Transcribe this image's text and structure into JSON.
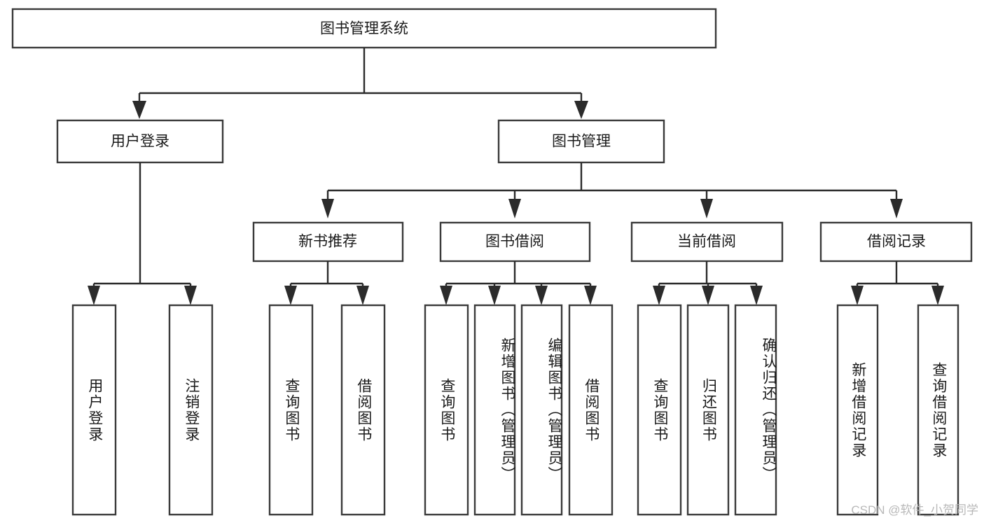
{
  "diagram": {
    "title": "图书管理系统",
    "type": "tree-hierarchy-diagram",
    "watermark": "CSDN @软件_小贺同学",
    "colors": {
      "box_stroke": "#3a3a3a",
      "connector": "#2b2b2b",
      "background": "#ffffff",
      "text": "#1a1a1a",
      "watermark": "#b8b8b8"
    },
    "root": {
      "label": "图书管理系统"
    },
    "level2": [
      {
        "label": "用户登录"
      },
      {
        "label": "图书管理"
      }
    ],
    "level3": [
      {
        "label": "新书推荐"
      },
      {
        "label": "图书借阅"
      },
      {
        "label": "当前借阅"
      },
      {
        "label": "借阅记录"
      }
    ],
    "leaves": {
      "user_login": [
        {
          "label": "用户登录"
        },
        {
          "label": "注销登录"
        }
      ],
      "new_book_recommend": [
        {
          "label": "查询图书"
        },
        {
          "label": "借阅图书"
        }
      ],
      "book_borrow": [
        {
          "label": "查询图书"
        },
        {
          "label": "新增图书（管理员）"
        },
        {
          "label": "编辑图书（管理员）"
        },
        {
          "label": "借阅图书"
        }
      ],
      "current_borrow": [
        {
          "label": "查询图书"
        },
        {
          "label": "归还图书"
        },
        {
          "label": "确认归还（管理员）"
        }
      ],
      "borrow_record": [
        {
          "label": "新增借阅记录"
        },
        {
          "label": "查询借阅记录"
        }
      ]
    }
  }
}
